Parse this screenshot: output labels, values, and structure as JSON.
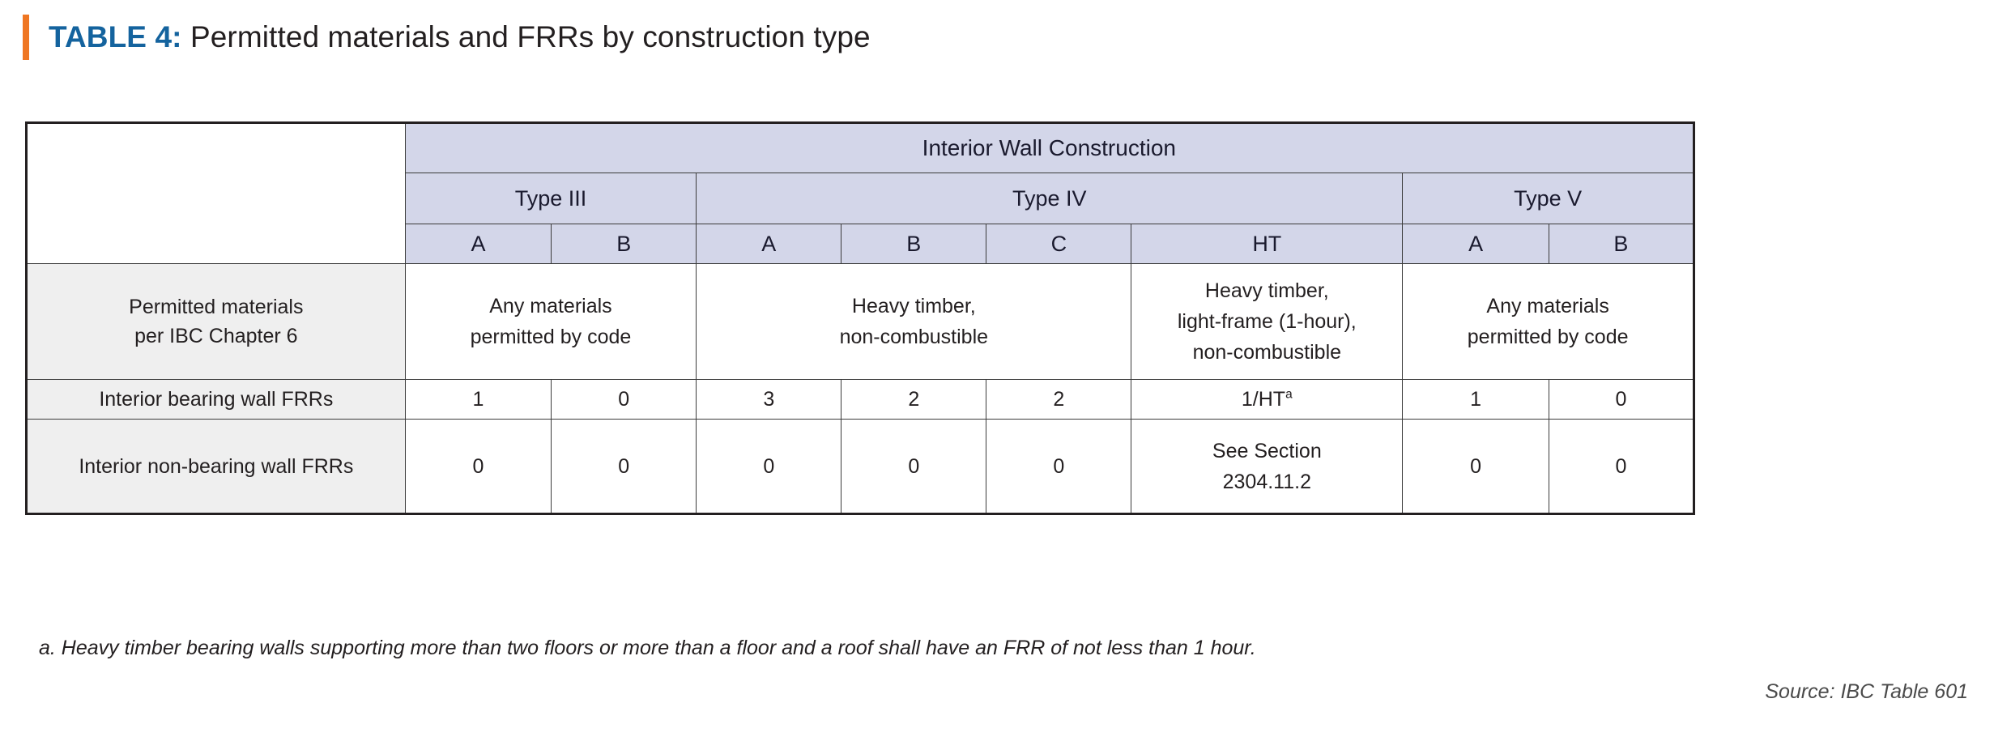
{
  "title": {
    "label": "TABLE 4:",
    "text": " Permitted materials and FRRs by construction type",
    "accent_color": "#ef7622",
    "label_color": "#14639e"
  },
  "table": {
    "group_header": "Interior Wall Construction",
    "type_groups": [
      {
        "label": "Type III",
        "span": 2
      },
      {
        "label": "Type IV",
        "span": 4
      },
      {
        "label": "Type V",
        "span": 2
      }
    ],
    "subcolumns": [
      "A",
      "B",
      "A",
      "B",
      "C",
      "HT",
      "A",
      "B"
    ],
    "header_bg": "#d3d6e9",
    "rowlabel_bg": "#efefef",
    "rows": [
      {
        "label": "Permitted materials\nper IBC Chapter 6",
        "label_line1": "Permitted materials",
        "label_line2": "per IBC Chapter 6",
        "merged": true,
        "cells": [
          {
            "text": "Any materials\npermitted by code",
            "line1": "Any materials",
            "line2": "permitted by code",
            "line3": "",
            "span": 2
          },
          {
            "text": "Heavy timber,\nnon-combustible",
            "line1": "Heavy timber,",
            "line2": "non-combustible",
            "line3": "",
            "span": 3
          },
          {
            "text": "Heavy timber,\nlight-frame (1-hour),\nnon-combustible",
            "line1": "Heavy timber,",
            "line2": "light-frame (1-hour),",
            "line3": "non-combustible",
            "span": 1
          },
          {
            "text": "Any materials\npermitted by code",
            "line1": "Any materials",
            "line2": "permitted by code",
            "line3": "",
            "span": 2
          }
        ]
      },
      {
        "label": "Interior bearing wall FRRs",
        "merged": false,
        "values": [
          "1",
          "0",
          "3",
          "2",
          "2",
          "1/HT",
          "1",
          "0"
        ],
        "ht_superscript": "a"
      },
      {
        "label": "Interior non-bearing wall FRRs",
        "merged": false,
        "values": [
          "0",
          "0",
          "0",
          "0",
          "0",
          "See Section\n2304.11.2",
          "0",
          "0"
        ],
        "ht_line1": "See Section",
        "ht_line2": "2304.11.2"
      }
    ]
  },
  "footnote": "a. Heavy timber bearing walls supporting more than two floors or more than a floor and a roof shall have an FRR of not less than 1 hour.",
  "source": "Source: IBC Table 601"
}
